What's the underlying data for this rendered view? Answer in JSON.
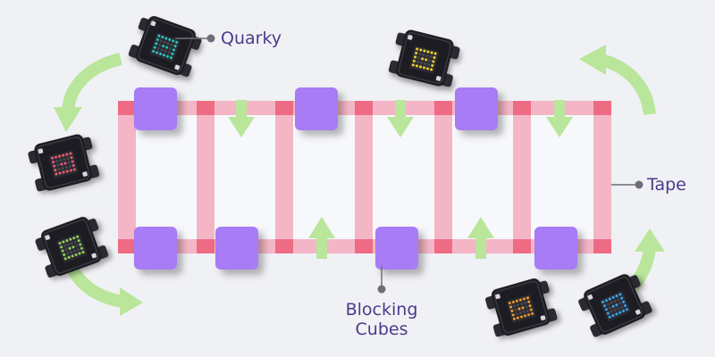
{
  "labels": {
    "quarky": "Quarky",
    "tape": "Tape",
    "blocking_line1": "Blocking",
    "blocking_line2": "Cubes"
  },
  "colors": {
    "background": "#f0f1f4",
    "tape": "#f4b6c6",
    "tape_junction": "#ee6b84",
    "cell_fill": "#f7f8fb",
    "cube": "#a77bf4",
    "cube_dark": "#8a5ae6",
    "arrow": "#b9e69a",
    "callout": "#6e6e78",
    "label_text": "#4b3a8c",
    "robot_body": "#1d1d22",
    "robot_wheel": "#2b2b30",
    "led_cyan": "#29c9c0",
    "led_pink": "#ee5e72",
    "led_green": "#9bd25b",
    "led_yellow": "#f3d52e",
    "led_orange": "#f39c2a",
    "led_blue": "#38a9f2"
  },
  "robots": [
    {
      "name": "robot-top-left",
      "led": "cyan"
    },
    {
      "name": "robot-top-center",
      "led": "yellow"
    },
    {
      "name": "robot-left-middle",
      "led": "pink"
    },
    {
      "name": "robot-bottom-left",
      "led": "green"
    },
    {
      "name": "robot-bottom-center-right",
      "led": "orange"
    },
    {
      "name": "robot-bottom-right",
      "led": "blue"
    }
  ]
}
